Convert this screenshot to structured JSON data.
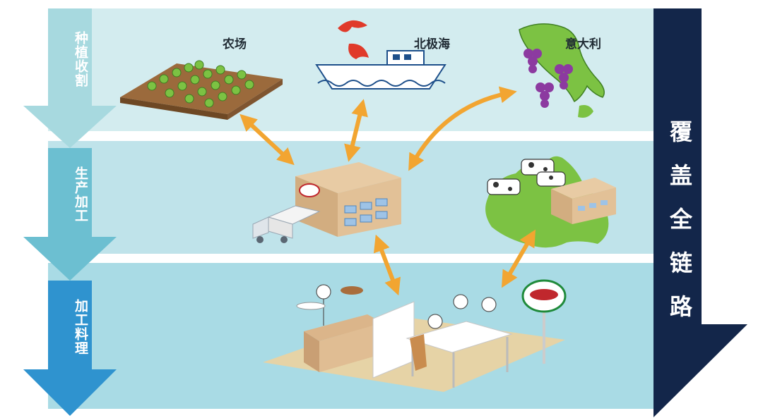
{
  "stages": [
    {
      "label": "种植收割"
    },
    {
      "label": "生产加工"
    },
    {
      "label": "加工料理"
    }
  ],
  "places": {
    "farm": "农场",
    "arctic": "北极海",
    "italy": "意大利"
  },
  "right_label": "覆盖全链路",
  "colors": {
    "band_top": "#d3ecef",
    "band_mid": "#bfe3ea",
    "band_bot": "#a9dbe5",
    "arrow": "#f2a531",
    "right_banner": "#13264a",
    "stage_arrow_top": "#a7d9df",
    "stage_arrow_mid": "#6cbfd1",
    "stage_arrow_bot": "#2f93cf"
  }
}
